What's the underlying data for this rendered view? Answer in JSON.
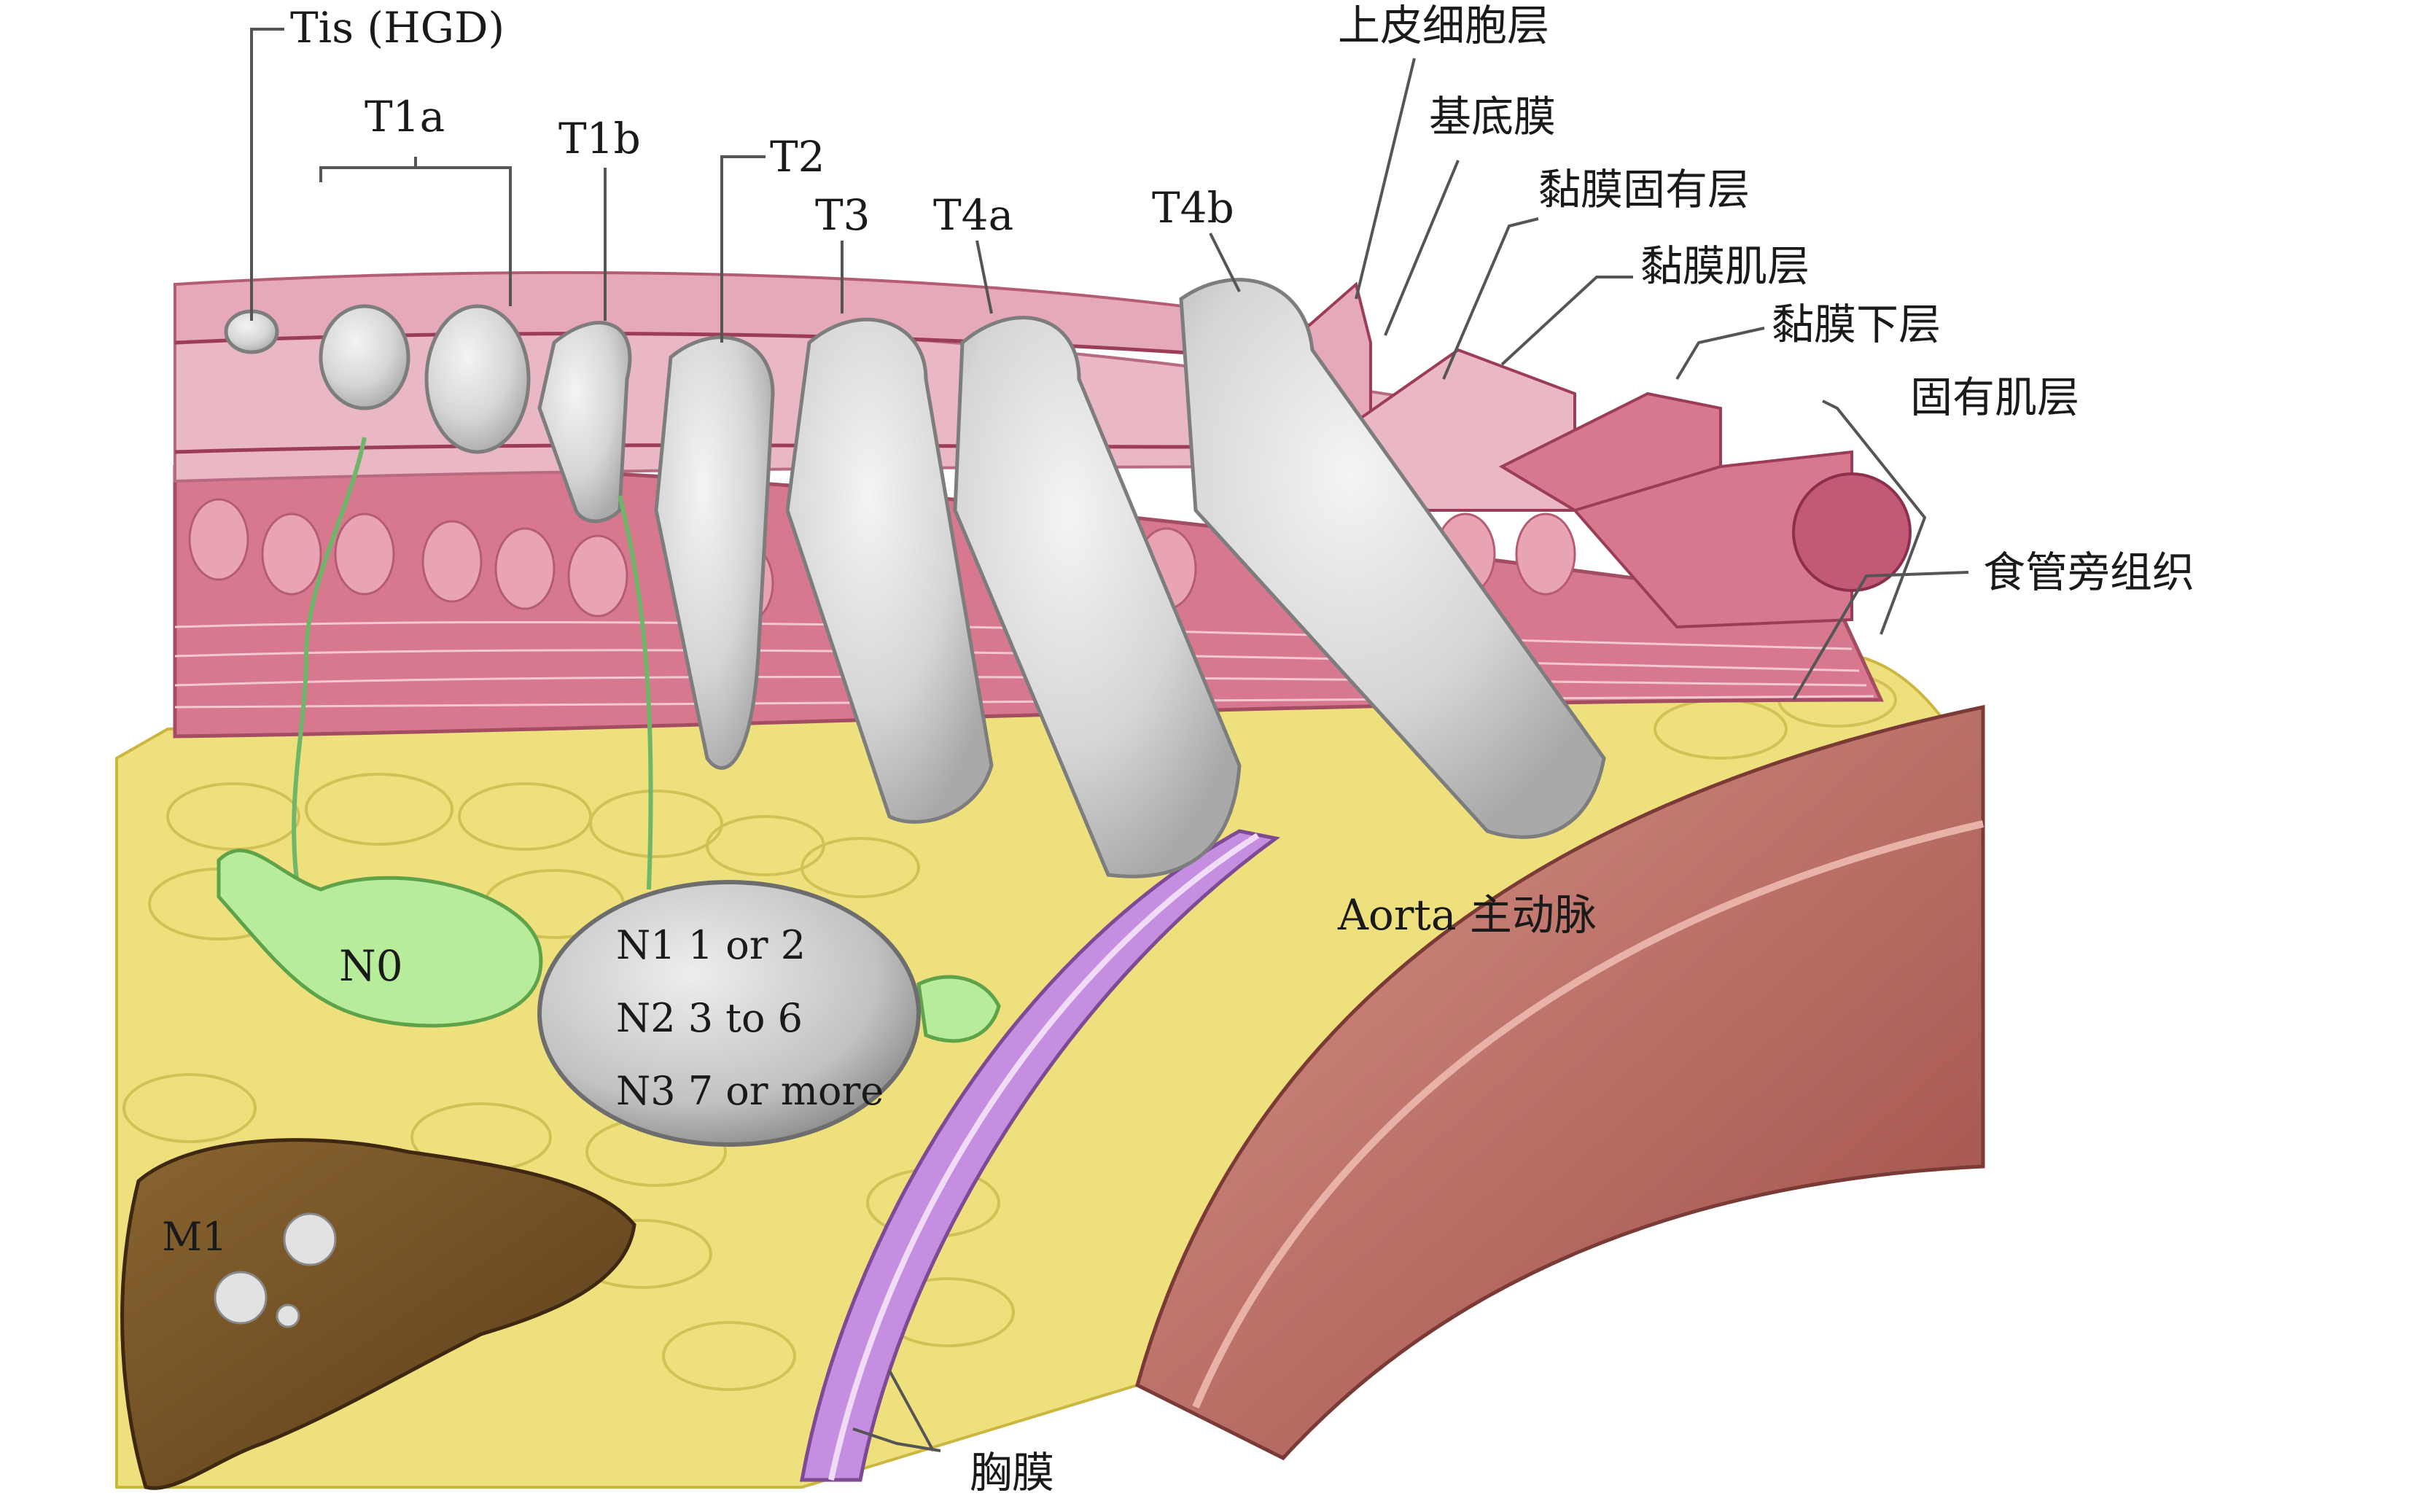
{
  "t_stage_labels": {
    "tis": "Tis (HGD)",
    "t1a": "T1a",
    "t1b": "T1b",
    "t2": "T2",
    "t3": "T3",
    "t4a": "T4a",
    "t4b": "T4b"
  },
  "layer_labels": {
    "epithelium": "上皮细胞层",
    "basement_membrane": "基底膜",
    "lamina_propria": "黏膜固有层",
    "muscularis_mucosae": "黏膜肌层",
    "submucosa": "黏膜下层",
    "muscularis_propria": "固有肌层",
    "periesophageal_tissue": "食管旁组织"
  },
  "node_labels": {
    "n0": "N0",
    "n1": "N1  1 or 2",
    "n2": "N2  3 to 6",
    "n3": "N3  7 or more"
  },
  "organ_labels": {
    "metastasis": "M1",
    "aorta": "Aorta 主动脉",
    "pleura": "胸膜"
  },
  "colors": {
    "epithelium": "#e6a9b9",
    "lamina": "#eab7c4",
    "muscle": "#d8788f",
    "fat": "#efe07e",
    "tumor": "#c9c9c9",
    "node_n0": "#b6ec9a",
    "aorta": "#b7655a",
    "pleura": "#c68ee0",
    "liver": "#6b4a22"
  }
}
